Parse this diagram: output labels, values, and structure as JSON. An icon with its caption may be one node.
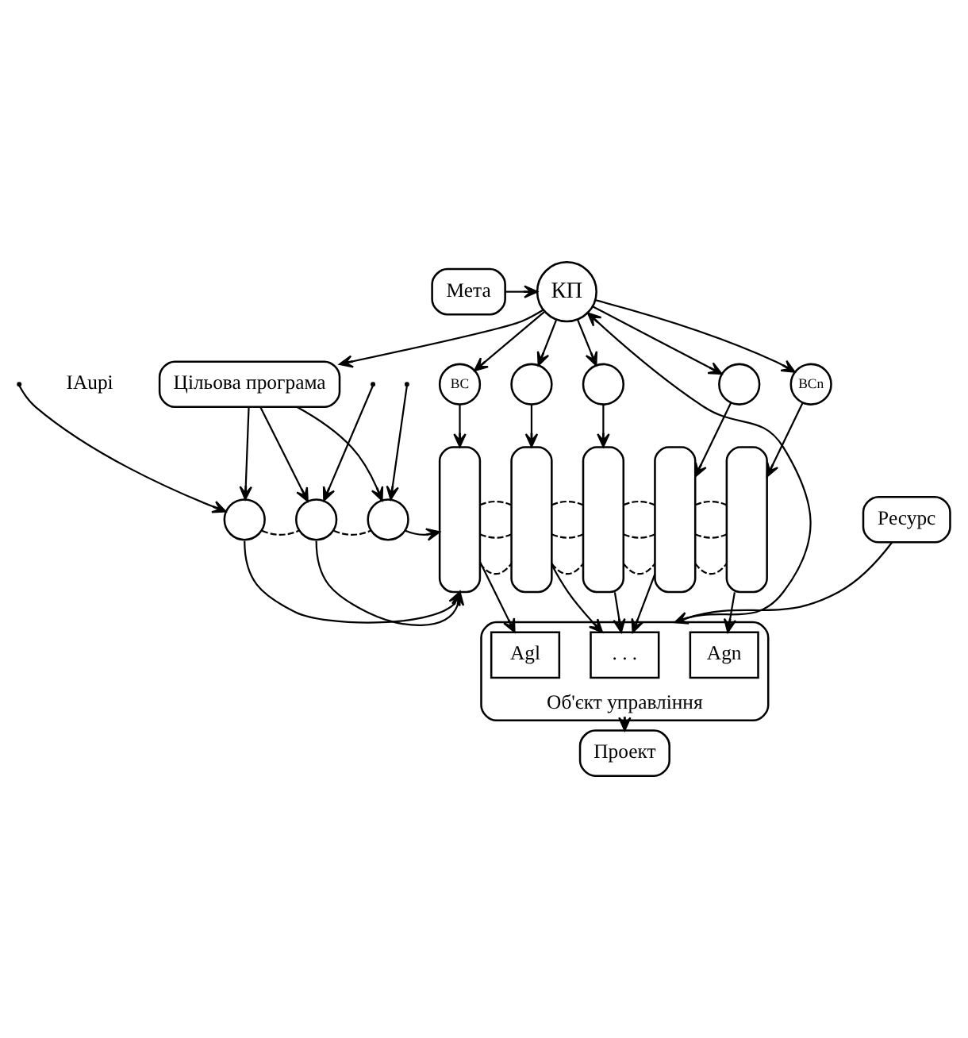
{
  "diagram": {
    "nodes": [
      {
        "text": [
          "КП"
        ]
      },
      {
        "text": [
          "Мета"
        ]
      },
      {
        "text": [
          "Цільова програма"
        ]
      },
      {
        "text": [
          "ВС"
        ]
      },
      {
        "text": [],
        "shape": "circle"
      },
      {
        "text": [],
        "shape": "circle"
      },
      {
        "text": [],
        "shape": "circle"
      },
      {
        "text": [
          "ВСn"
        ]
      },
      {
        "text": [],
        "shape": "box"
      },
      {
        "text": [],
        "shape": "box"
      },
      {
        "text": [],
        "shape": "box"
      },
      {
        "text": [],
        "shape": "box"
      },
      {
        "text": [],
        "shape": "box"
      },
      {
        "text": [],
        "shape": "circle"
      },
      {
        "text": [],
        "shape": "circle"
      },
      {
        "text": [],
        "shape": "circle"
      },
      {
        "text": [
          "Об'єкт управління"
        ]
      },
      {
        "text": [
          "Agl"
        ],
        "in": 16
      },
      {
        "text": [
          ". . ."
        ],
        "in": 16
      },
      {
        "text": [
          "Agn"
        ],
        "in": 16
      },
      {
        "text": [
          "Ресурс"
        ]
      },
      {
        "text": [
          "Проект"
        ]
      }
    ],
    "edges": [
      {
        "from": 1,
        "to": 0,
        "arrow": "to"
      },
      {
        "from": 0,
        "to": 2,
        "arrow": "to"
      },
      {
        "from": 0,
        "to": 3,
        "arrow": "to"
      },
      {
        "from": 0,
        "to": 4,
        "arrow": "to"
      },
      {
        "from": 0,
        "to": 5,
        "arrow": "to"
      },
      {
        "from": 0,
        "to": 6,
        "arrow": "to"
      },
      {
        "from": 0,
        "to": 7,
        "arrow": "to"
      },
      {
        "from": 3,
        "to": 8,
        "arrow": "to"
      },
      {
        "from": 4,
        "to": 9,
        "arrow": "to"
      },
      {
        "from": 5,
        "to": 10,
        "arrow": "to"
      },
      {
        "from": 6,
        "to": 11,
        "arrow": "to"
      },
      {
        "from": 7,
        "to": 12,
        "arrow": "to"
      },
      {
        "from": 2,
        "to": 13,
        "arrow": "to"
      },
      {
        "from": 2,
        "to": 14,
        "arrow": "to"
      },
      {
        "from": 2,
        "to": 15,
        "arrow": "to"
      },
      {
        "from": null,
        "to": 13,
        "arrow": "to"
      },
      {
        "from": null,
        "to": 14,
        "arrow": "to"
      },
      {
        "from": null,
        "to": 15,
        "arrow": "to"
      },
      {
        "from": 13,
        "to": 14,
        "arrow": "none",
        "style": "dashed"
      },
      {
        "from": 14,
        "to": 15,
        "arrow": "none",
        "style": "dashed"
      },
      {
        "from": 13,
        "to": 8,
        "arrow": "to"
      },
      {
        "from": 14,
        "to": 8,
        "arrow": "to"
      },
      {
        "from": 15,
        "to": 8,
        "arrow": "to"
      },
      {
        "from": 8,
        "to": 9,
        "arrow": "none",
        "style": "dashed"
      },
      {
        "from": 8,
        "to": 9,
        "arrow": "none",
        "style": "dashed"
      },
      {
        "from": 8,
        "to": 9,
        "arrow": "none",
        "style": "dashed"
      },
      {
        "from": 9,
        "to": 10,
        "arrow": "none",
        "style": "dashed"
      },
      {
        "from": 9,
        "to": 10,
        "arrow": "none",
        "style": "dashed"
      },
      {
        "from": 9,
        "to": 10,
        "arrow": "none",
        "style": "dashed"
      },
      {
        "from": 10,
        "to": 11,
        "arrow": "none",
        "style": "dashed"
      },
      {
        "from": 10,
        "to": 11,
        "arrow": "none",
        "style": "dashed"
      },
      {
        "from": 10,
        "to": 11,
        "arrow": "none",
        "style": "dashed"
      },
      {
        "from": 11,
        "to": 12,
        "arrow": "none",
        "style": "dashed"
      },
      {
        "from": 11,
        "to": 12,
        "arrow": "none",
        "style": "dashed"
      },
      {
        "from": 11,
        "to": 12,
        "arrow": "none",
        "style": "dashed"
      },
      {
        "from": 8,
        "to": 17,
        "arrow": "to"
      },
      {
        "from": 9,
        "to": 18,
        "arrow": "to"
      },
      {
        "from": 10,
        "to": 18,
        "arrow": "to"
      },
      {
        "from": 11,
        "to": 18,
        "arrow": "to"
      },
      {
        "from": 12,
        "to": 19,
        "arrow": "to"
      },
      {
        "from": 20,
        "to": 16,
        "arrow": "to"
      },
      {
        "from": 16,
        "to": 21,
        "arrow": "to"
      },
      {
        "from": 16,
        "to": 0,
        "arrow": "to"
      }
    ],
    "labels": [
      "IAupi"
    ]
  }
}
